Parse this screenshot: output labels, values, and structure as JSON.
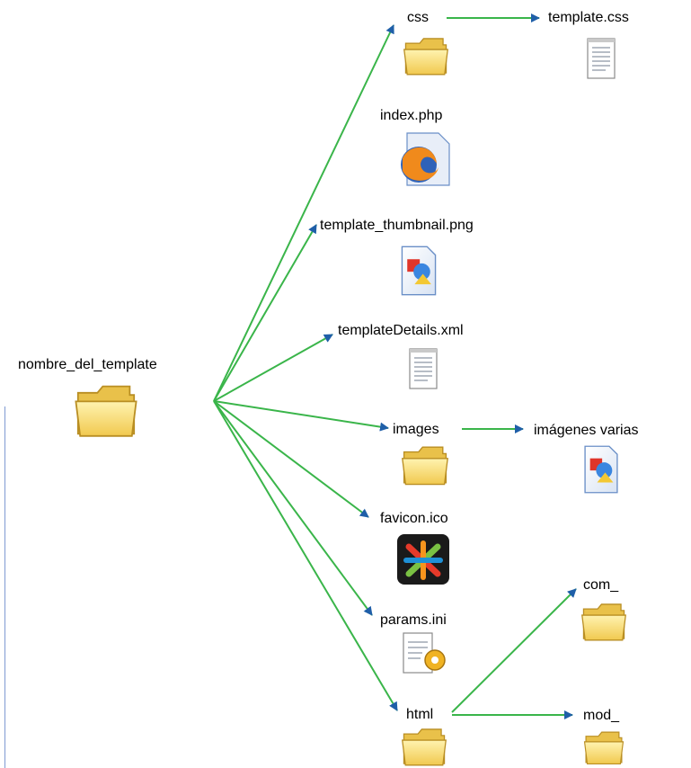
{
  "root": {
    "label": "nombre_del_template",
    "icon": "folder-icon"
  },
  "items": [
    {
      "key": "css",
      "label": "css",
      "icon": "folder-icon"
    },
    {
      "key": "index",
      "label": "index.php",
      "icon": "firefox-document-icon"
    },
    {
      "key": "thumb",
      "label": "template_thumbnail.png",
      "icon": "image-document-icon"
    },
    {
      "key": "details",
      "label": "templateDetails.xml",
      "icon": "text-document-icon"
    },
    {
      "key": "images",
      "label": "images",
      "icon": "folder-icon"
    },
    {
      "key": "favicon",
      "label": "favicon.ico",
      "icon": "joomla-logo-icon"
    },
    {
      "key": "params",
      "label": "params.ini",
      "icon": "settings-document-icon"
    },
    {
      "key": "html",
      "label": "html",
      "icon": "folder-icon"
    }
  ],
  "children": {
    "template_css": {
      "label": "template.css",
      "icon": "text-document-icon"
    },
    "imagenes": {
      "label": "imágenes varias",
      "icon": "image-document-icon"
    },
    "com": {
      "label": "com_",
      "icon": "folder-icon"
    },
    "mod": {
      "label": "mod_",
      "icon": "folder-icon"
    }
  },
  "colors": {
    "arrow_line": "#3ab54a",
    "arrow_head": "#1f5fa8",
    "folder": "#f6dc6e",
    "border": "#7f9ad2"
  }
}
